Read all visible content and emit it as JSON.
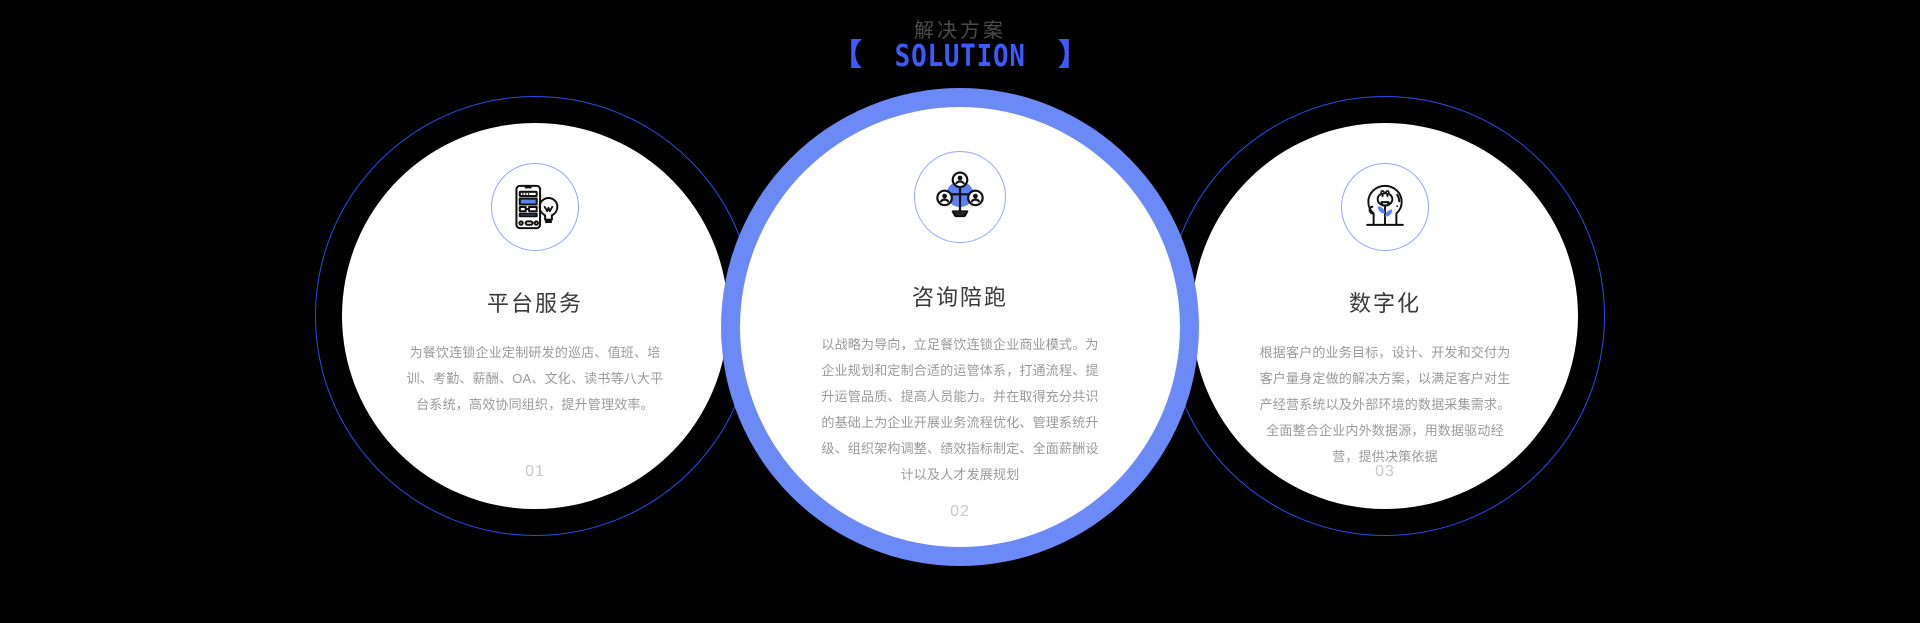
{
  "header": {
    "bracket_left": "【",
    "bracket_right": "】",
    "title_cn": "解决方案",
    "title_en": "SOLUTION",
    "accent_color": "#3D5AFE"
  },
  "theme": {
    "background": "#000000",
    "ring_thin_color": "#2B4BE8",
    "ring_thick_color": "#6B8AF5",
    "icon_circle_color": "#8fa8f7",
    "card_bg": "#ffffff",
    "title_color": "#3a3a3a",
    "desc_color": "#9a9a9a",
    "number_color": "#c9c9c9"
  },
  "cards": [
    {
      "icon": "phone-lightbulb-icon",
      "title": "平台服务",
      "desc": "为餐饮连锁企业定制研发的巡店、值班、培训、考勤、薪酬、OA、文化、读书等八大平台系统，高效协同组织，提升管理效率。",
      "number": "01",
      "highlighted": false
    },
    {
      "icon": "team-structure-icon",
      "title": "咨询陪跑",
      "desc": "以战略为导向，立足餐饮连锁企业商业模式。为企业规划和定制合适的运管体系，打通流程、提升运管品质、提高人员能力。并在取得充分共识的基础上为企业开展业务流程优化、管理系统升级、组织架构调整、绩效指标制定、全面薪酬设计以及人才发展规划",
      "number": "02",
      "highlighted": true
    },
    {
      "icon": "head-lightbulb-plant-icon",
      "title": "数字化",
      "desc": "根据客户的业务目标，设计、开发和交付为客户量身定做的解决方案，以满足客户对生产经营系统以及外部环境的数据采集需求。全面整合企业内外数据源，用数据驱动经营，提供决策依据",
      "number": "03",
      "highlighted": false
    }
  ]
}
